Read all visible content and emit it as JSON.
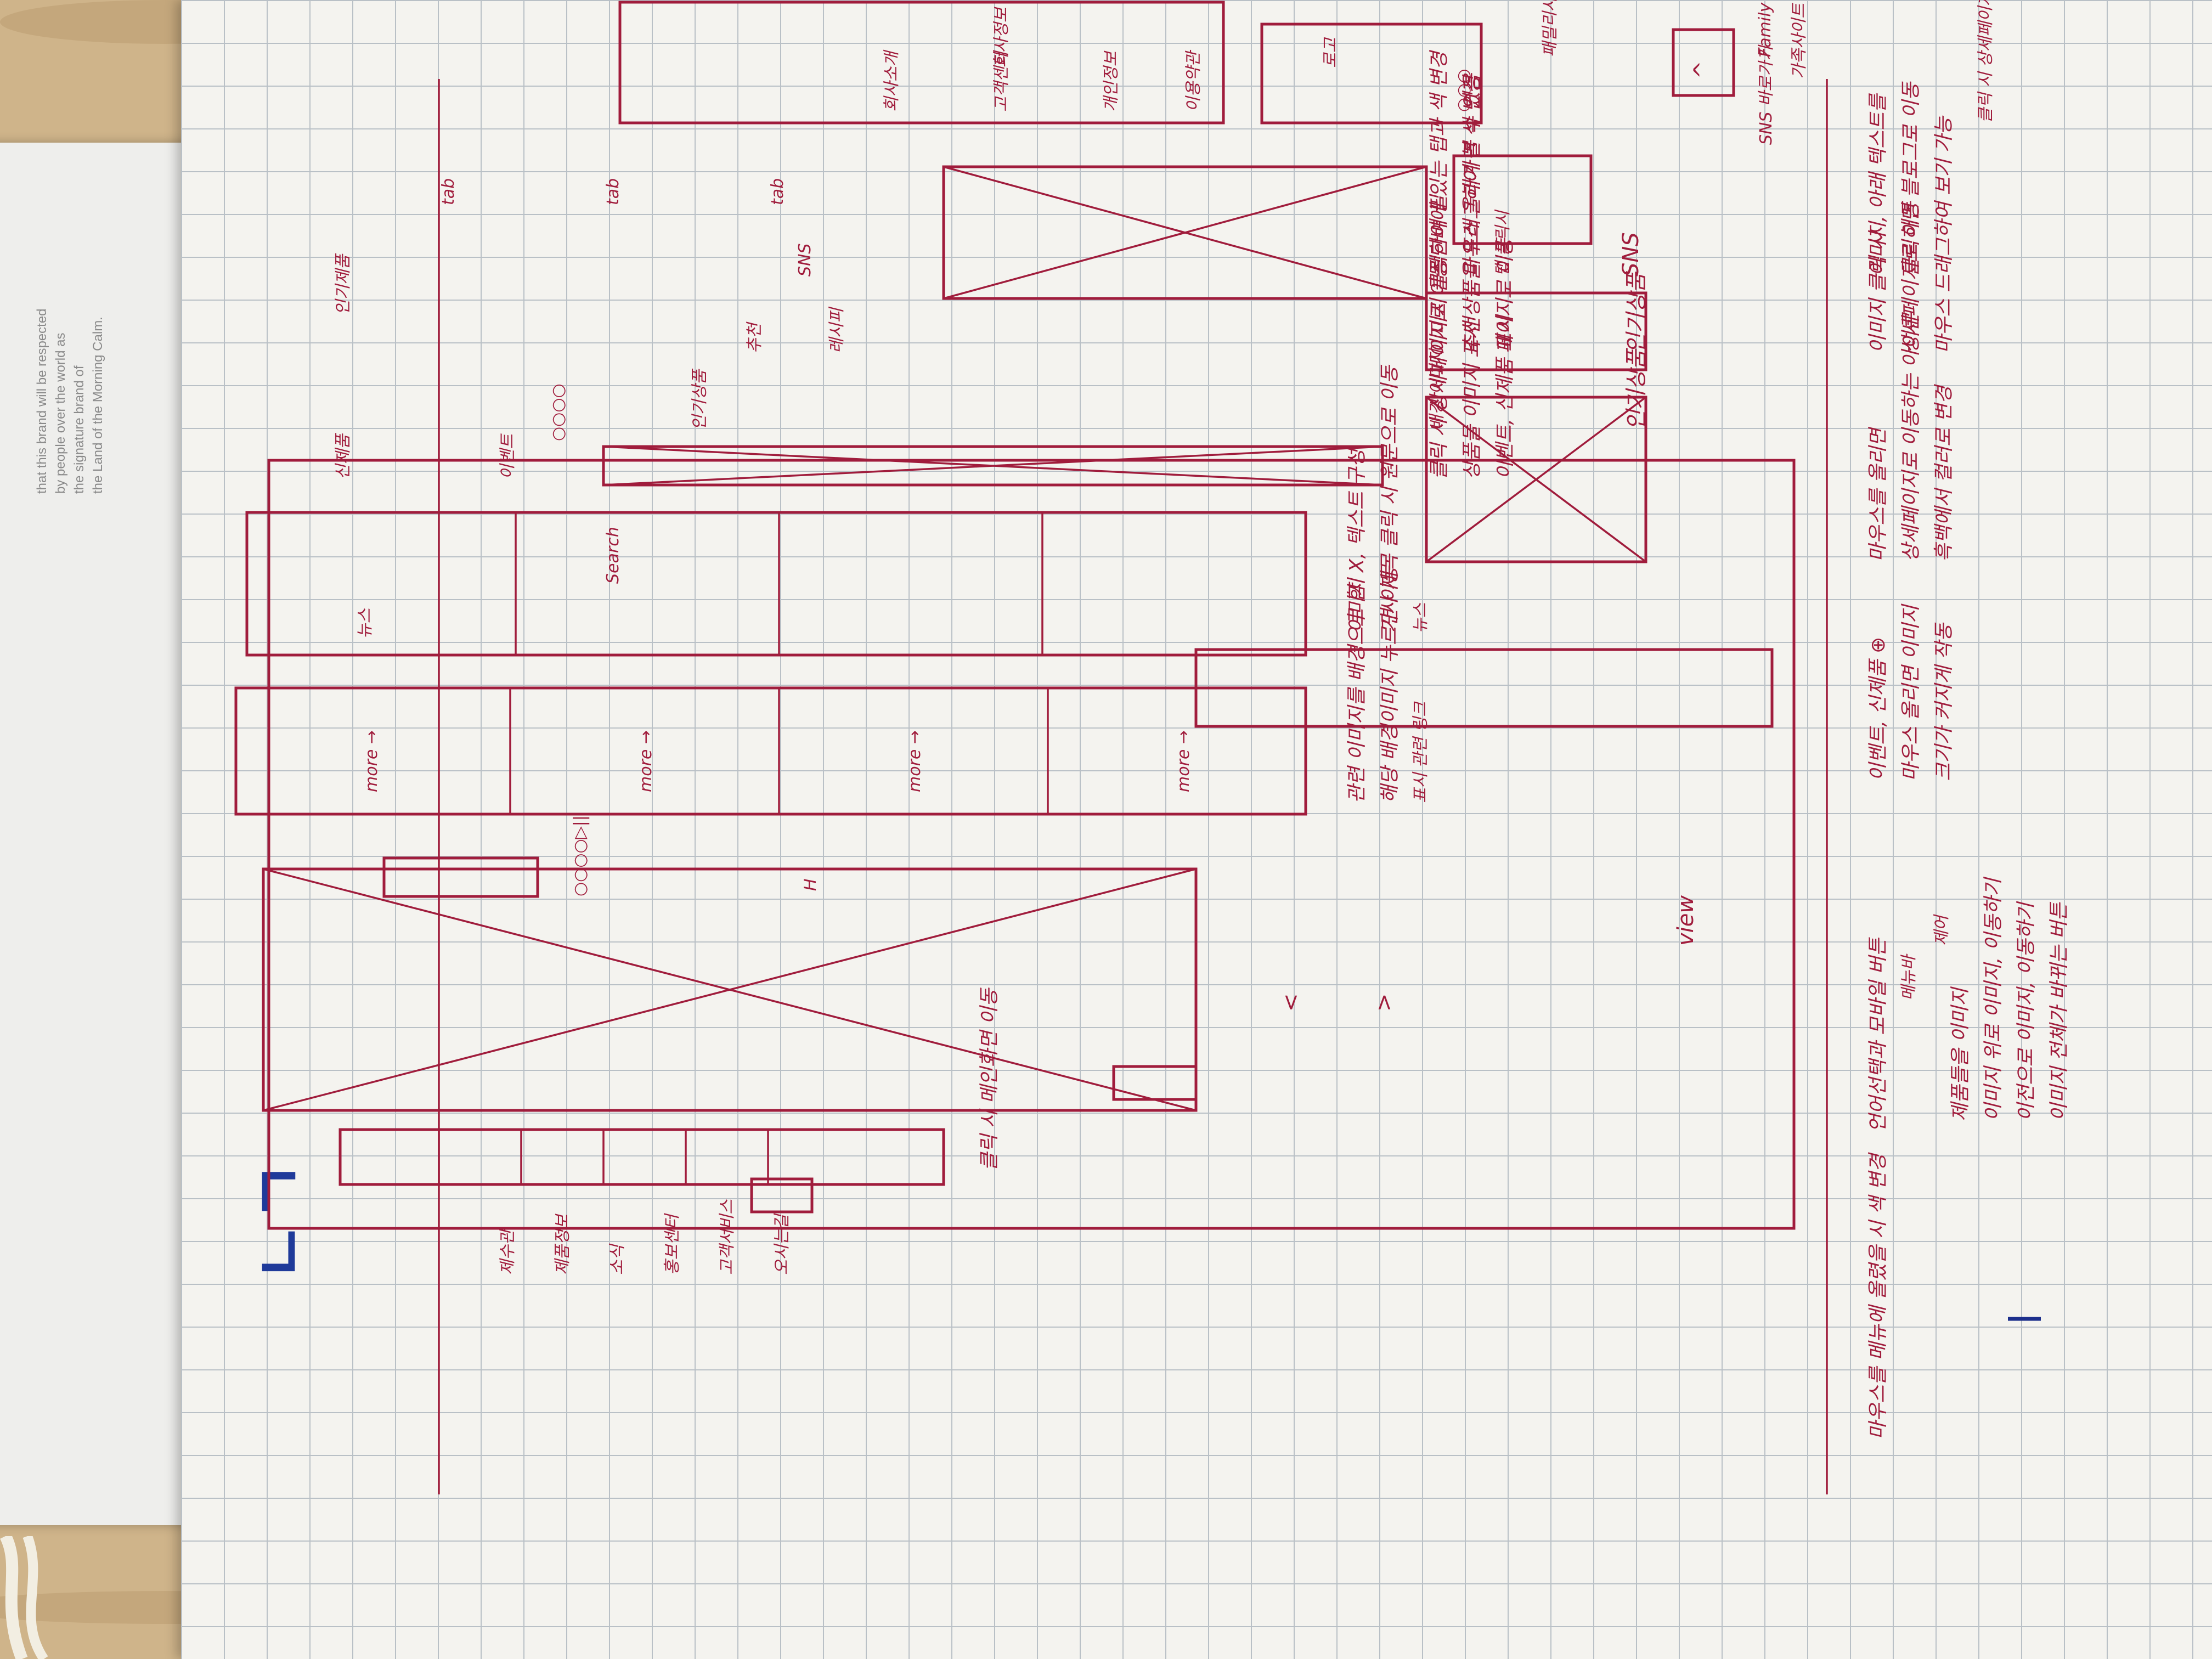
{
  "brochure": {
    "lines": [
      "that this brand will be respected",
      "by people over the world as",
      "the signature brand of",
      "the Land of the Morning Calm."
    ]
  },
  "page_number": "ㄴㄱ",
  "colors": {
    "ink": "#a01c3c",
    "grid": "#b9c0c6",
    "paper": "#f4f3ef",
    "blue_ink": "#1c2f8c"
  },
  "sketch": {
    "header": {
      "logo": "H",
      "logo_note": "클릭 시 메인화면 이동",
      "menu": [
        "제수관",
        "제품정보",
        "소식",
        "홍보센터",
        "고객서비스",
        "오시는길"
      ],
      "lang_button": "Search",
      "right_note_1": "언어선택과 모바일 버튼",
      "right_note_2": "메뉴바",
      "right_note_3": "제어",
      "left_note": "마우스를 메뉴에 올렸을 시 색 변경"
    },
    "hero": {
      "dots": "○○○○▷||",
      "prev": "<",
      "next": ">",
      "left_note": [
        "제품들을 이미지",
        "이미지 위로 이미지, 이동하기",
        "이전으로 이미지, 이동하기",
        "이미지 전체가 바뀌는 버튼"
      ],
      "right_label": "view"
    },
    "news": {
      "more_labels": [
        "more →",
        "more →",
        "more →",
        "more →"
      ],
      "right_note": [
        "관련 이미지를 배경으로 함",
        "해당 배경이미지 누르면 이동"
      ],
      "sub_note": "표시 관련 링크"
    },
    "text_cards": {
      "items": [
        "뉴스",
        "",
        "",
        ""
      ],
      "right_note": [
        "이미지 X, 텍스트 구성",
        "기사 제목 클릭 시 원문으로 이동"
      ],
      "sub_note": "뉴스"
    },
    "products": {
      "tab_labels": [
        "신제품",
        "인기제품"
      ],
      "badge": "이벤트",
      "right_note": [
        "클릭 시 상세페이지로 이동",
        "상품들 이미지 표시",
        "이벤트, 신제품 표시"
      ],
      "left_note": [
        "이벤트, 신제품 ⊕",
        "마우스 올리면 이미지",
        "크기가 커지게 작동"
      ],
      "dots": "○○○○"
    },
    "popular": {
      "heading": "인기상품",
      "tab": "인기상품",
      "right_note": "배경 이미지",
      "left_note": [
        "마우스를 올리면",
        "상세페이지로 이동하는 아이콘",
        "흑백에서 컬러로 변경"
      ]
    },
    "best": {
      "heading": "인기상품",
      "tab": "추천",
      "right_note": [
        "이미지 클릭하여 필",
        "추천상품을 드래그하여 볼 수 있음",
        "페이지로 이동"
      ],
      "left_note": [
        "이미지 클릭 시",
        "상세페이지로 이동",
        "마우스 드래그하여 보기 가능"
      ],
      "tag": "레시피"
    },
    "sns": {
      "heading": "SNS",
      "tab": "SNS",
      "tab_labels": [
        "tab",
        "tab",
        "tab"
      ],
      "right_note": [
        "상단바에 있는 탭과 색 변경",
        "마우스 올라가면 색 변경"
      ],
      "left_note": [
        "이미지, 아래 텍스트를",
        "클릭하면 블로그로 이동"
      ],
      "right_note_top": "탭 클릭시"
    },
    "footer": {
      "links": [
        "회사소개",
        "고객센터",
        "개인정보",
        "이용약관"
      ],
      "logo": "로고",
      "info": "회사정보",
      "icons": "○○○",
      "top_button": "^",
      "sns_note": "SNS 바로가기",
      "left_note": "클릭 시 상세페이지 이동",
      "family_note": "가족사이트 창 표시",
      "family_label": "Family site",
      "family_box": "패밀리사이트"
    }
  }
}
